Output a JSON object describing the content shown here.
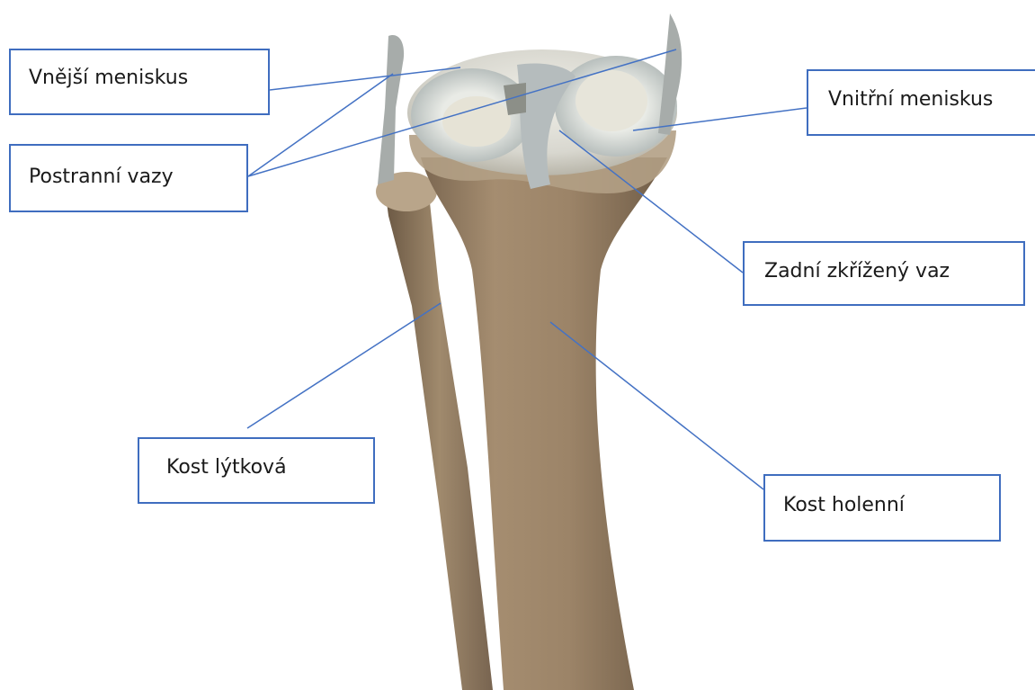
{
  "labels": {
    "outer_meniscus": "Vnější meniskus",
    "collateral_ligaments": "Postranní vazy",
    "inner_meniscus": "Vnitřní meniskus",
    "posterior_cruciate": "Zadní zkřížený vaz",
    "fibula": "Kost lýtková",
    "tibia": "Kost holenní"
  },
  "colors": {
    "leader_line": "#4472c4",
    "box_border": "#3f6dbf",
    "bone": "#a08769",
    "bone_shadow": "#7d6850",
    "cartilage": "#dadcd6",
    "ligament": "#b9bfc0"
  }
}
